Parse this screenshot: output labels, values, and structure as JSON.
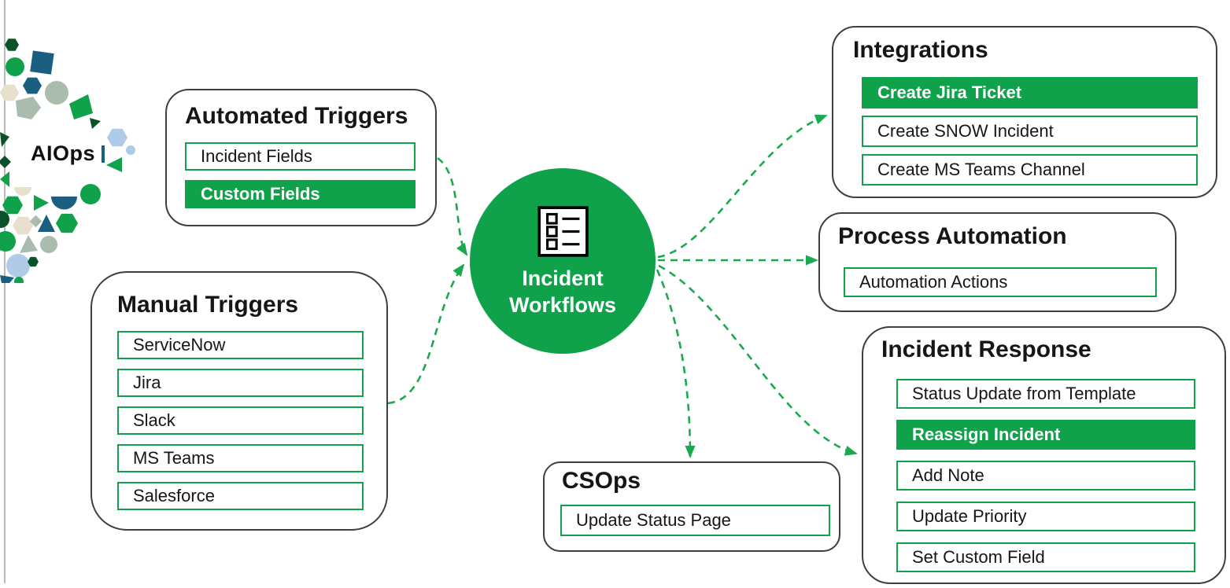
{
  "logo": {
    "label": "AIOps"
  },
  "hub": {
    "label": "Incident Workflows",
    "icon": "checklist-icon"
  },
  "groups": [
    {
      "title": "Automated Triggers",
      "items": [
        {
          "label": "Incident Fields"
        },
        {
          "label": "Custom Fields",
          "highlight": true
        }
      ]
    },
    {
      "title": "Manual Triggers",
      "items": [
        {
          "label": "ServiceNow"
        },
        {
          "label": "Jira"
        },
        {
          "label": "Slack"
        },
        {
          "label": "MS Teams"
        },
        {
          "label": "Salesforce"
        }
      ]
    },
    {
      "title": "Integrations",
      "items": [
        {
          "label": "Create Jira Ticket",
          "highlight": true
        },
        {
          "label": "Create SNOW Incident"
        },
        {
          "label": "Create MS Teams Channel"
        }
      ]
    },
    {
      "title": "Process Automation",
      "items": [
        {
          "label": "Automation Actions"
        }
      ]
    },
    {
      "title": "Incident Response",
      "items": [
        {
          "label": "Status Update from Template"
        },
        {
          "label": "Reassign Incident",
          "highlight": true
        },
        {
          "label": "Add Note"
        },
        {
          "label": "Update Priority"
        },
        {
          "label": "Set Custom Field"
        }
      ]
    },
    {
      "title": "CSOps",
      "items": [
        {
          "label": "Update Status Page"
        }
      ]
    }
  ],
  "colors": {
    "green": "#0FA24B",
    "arrow_green": "#1BA94E",
    "dark_green": "#0C5228",
    "navy": "#1A5E80",
    "beige": "#E8E0CC",
    "sage": "#A9BCAD",
    "light_blue": "#AECBE8",
    "box_border": "#3F3F3F"
  }
}
